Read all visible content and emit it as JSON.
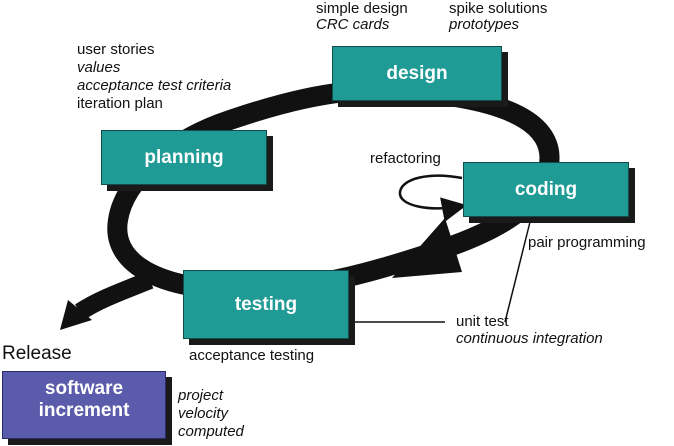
{
  "colors": {
    "phase_box": "#1f9a95",
    "release_box": "#5b5bab",
    "cycle_arrow": "#111111"
  },
  "phases": {
    "planning": "planning",
    "design": "design",
    "coding": "coding",
    "testing": "testing"
  },
  "notes": {
    "planning": [
      "user stories",
      "values",
      "acceptance test criteria",
      "iteration plan"
    ],
    "design_left": [
      "simple design",
      "CRC cards"
    ],
    "design_right": [
      "spike solutions",
      "prototypes"
    ],
    "refactoring": "refactoring",
    "pair_programming": "pair programming",
    "unit_test": [
      "unit test",
      "continuous integration"
    ],
    "acceptance_testing": "acceptance testing"
  },
  "release": {
    "label": "Release",
    "box_lines": [
      "software",
      "increment"
    ],
    "velocity": [
      "project",
      "velocity",
      "computed"
    ]
  }
}
